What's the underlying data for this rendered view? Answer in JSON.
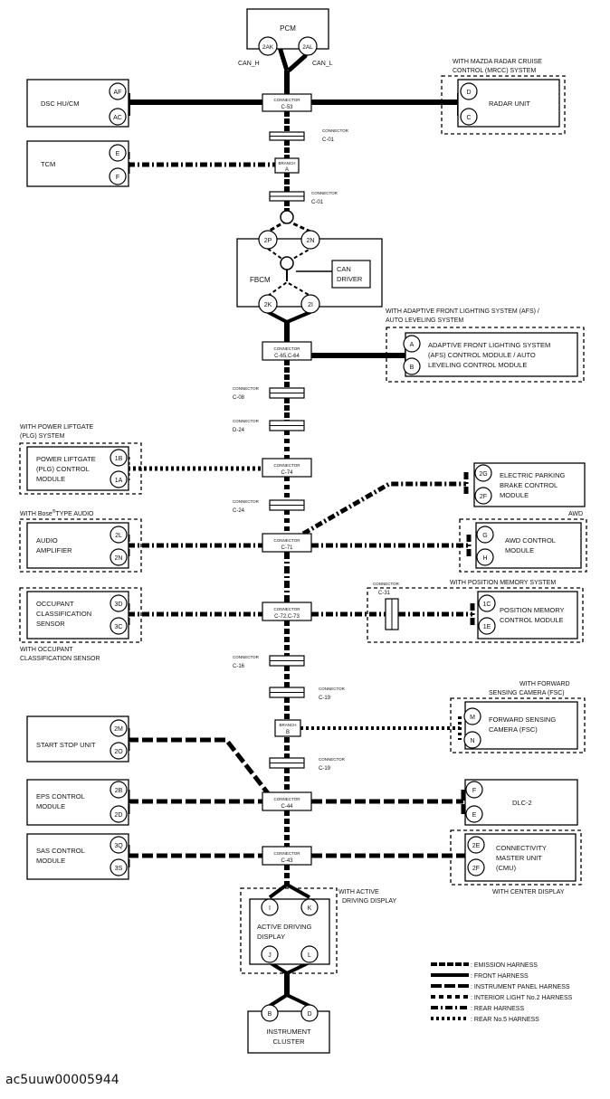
{
  "modules": {
    "pcm": "PCM",
    "dsc": "DSC HU/CM",
    "tcm": "TCM",
    "radar": "RADAR UNIT",
    "fbcm": "FBCM",
    "can_driver": [
      "CAN",
      "DRIVER"
    ],
    "afs": [
      "ADAPTIVE FRONT LIGHTING SYSTEM",
      "(AFS) CONTROL MODULE / AUTO",
      "LEVELING CONTROL MODULE"
    ],
    "plg": [
      "POWER LIFTGATE",
      "(PLG) CONTROL",
      "MODULE"
    ],
    "epb": [
      "ELECTRIC PARKING",
      "BRAKE CONTROL",
      "MODULE"
    ],
    "audio": [
      "AUDIO",
      "AMPLIFIER"
    ],
    "awd": [
      "AWD CONTROL",
      "MODULE"
    ],
    "occ": [
      "OCCUPANT",
      "CLASSIFICATION",
      "SENSOR"
    ],
    "pos": [
      "POSITION MEMORY",
      "CONTROL MODULE"
    ],
    "fsc": [
      "FORWARD SENSING",
      "CAMERA (FSC)"
    ],
    "ssu": "START STOP UNIT",
    "eps": [
      "EPS CONTROL",
      "MODULE"
    ],
    "dlc": "DLC-2",
    "sas": [
      "SAS CONTROL",
      "MODULE"
    ],
    "cmu": [
      "CONNECTIVITY",
      "MASTER UNIT",
      "(CMU)"
    ],
    "add": [
      "ACTIVE DRIVING",
      "DISPLAY"
    ],
    "ic": [
      "INSTRUMENT",
      "CLUSTER"
    ]
  },
  "captions": {
    "mrcc": [
      "WITH MAZDA RADAR CRUISE",
      "CONTROL (MRCC) SYSTEM"
    ],
    "afs": [
      "WITH ADAPTIVE FRONT LIGHTING SYSTEM (AFS) /",
      "AUTO LEVELING SYSTEM"
    ],
    "plg": [
      "WITH POWER LIFTGATE",
      "(PLG) SYSTEM"
    ],
    "bose_pre": "WITH Bose",
    "bose_reg": "®",
    "bose_post": "TYPE AUDIO",
    "awd": "AWD",
    "pos": "WITH POSITION MEMORY SYSTEM",
    "occ": [
      "WITH OCCUPANT",
      "CLASSIFICATION SENSOR"
    ],
    "fsc": [
      "WITH FORWARD",
      "SENSING CAMERA (FSC)"
    ],
    "center": "WITH CENTER DISPLAY",
    "add": [
      "WITH ACTIVE",
      "DRIVING DISPLAY"
    ],
    "can_h": "CAN_H",
    "can_l": "CAN_L"
  },
  "pins": {
    "pcm_h": "2AK",
    "pcm_l": "2AL",
    "dsc_1": "AF",
    "dsc_2": "AC",
    "tcm_1": "E",
    "tcm_2": "F",
    "radar_1": "D",
    "radar_2": "C",
    "fbcm_1": "2P",
    "fbcm_2": "2N",
    "fbcm_3": "2K",
    "fbcm_4": "2I",
    "afs_1": "A",
    "afs_2": "B",
    "plg_1": "1B",
    "plg_2": "1A",
    "epb_1": "2G",
    "epb_2": "2F",
    "audio_1": "2L",
    "audio_2": "2N",
    "awd_1": "G",
    "awd_2": "H",
    "occ_1": "3D",
    "occ_2": "3C",
    "pos_1": "1C",
    "pos_2": "1E",
    "fsc_1": "M",
    "fsc_2": "N",
    "ssu_1": "2M",
    "ssu_2": "2O",
    "eps_1": "2B",
    "eps_2": "2D",
    "dlc_1": "F",
    "dlc_2": "E",
    "sas_1": "3Q",
    "sas_2": "3S",
    "cmu_1": "2E",
    "cmu_2": "2F",
    "add_1": "I",
    "add_2": "K",
    "add_3": "J",
    "add_4": "L",
    "ic_1": "B",
    "ic_2": "D"
  },
  "connectors": {
    "conn_word": "CONNECTOR",
    "branch_word": "BRANCH",
    "c53": "C-53",
    "c01a": "C-01",
    "branch_a": "A",
    "c01b": "C-01",
    "c6564": "C-65,C-64",
    "c08": "C-08",
    "d24": "D-24",
    "c74": "C-74",
    "c24": "C-24",
    "c71": "C-71",
    "c7273": "C-72,C-73",
    "c31_word": "CONNECTOR",
    "c31": "C-31",
    "c16": "C-16",
    "c19a": "C-19",
    "branch_b": "B",
    "c19b": "C-19",
    "c44": "C-44",
    "c43": "C-43"
  },
  "legend": [
    ": EMISSION HARNESS",
    ": FRONT HARNESS",
    ": INSTRUMENT PANEL HARNESS",
    ": INTERIOR LIGHT No.2 HARNESS",
    ": REAR HARNESS",
    ": REAR No.5 HARNESS"
  ],
  "figure_code": "ac5uuw00005944"
}
